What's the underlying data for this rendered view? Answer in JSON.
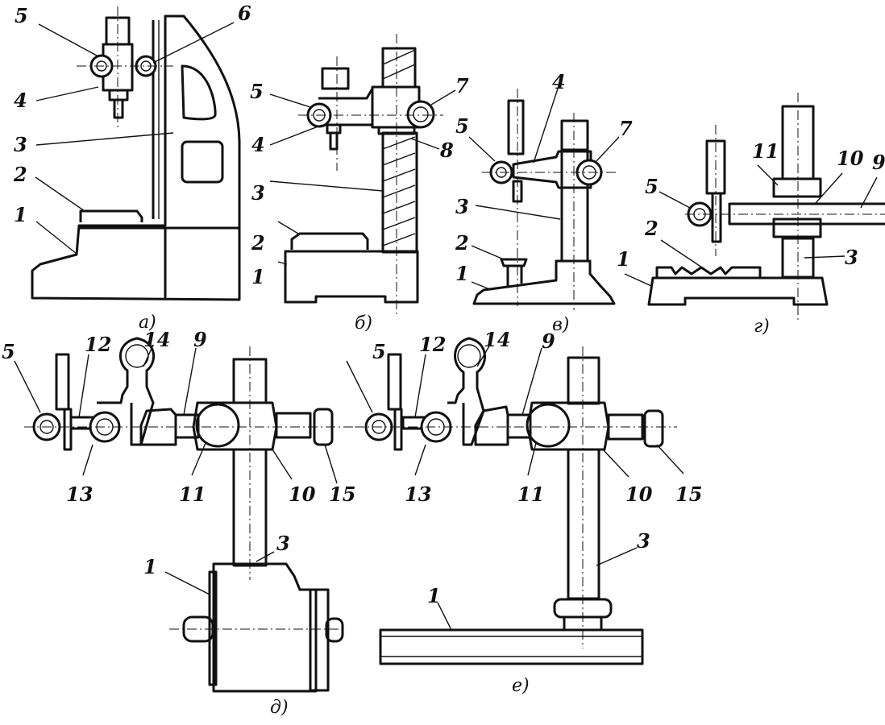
{
  "figure": {
    "panels": [
      {
        "id": "a",
        "caption": "а)",
        "labels": [
          "5",
          "6",
          "4",
          "3",
          "2",
          "1"
        ]
      },
      {
        "id": "b",
        "caption": "б)",
        "labels": [
          "5",
          "7",
          "4",
          "8",
          "3",
          "2",
          "1"
        ]
      },
      {
        "id": "v",
        "caption": "в)",
        "labels": [
          "5",
          "4",
          "7",
          "3",
          "2",
          "1"
        ]
      },
      {
        "id": "g",
        "caption": "г)",
        "labels": [
          "11",
          "10",
          "9",
          "5",
          "2",
          "1",
          "3"
        ]
      },
      {
        "id": "d",
        "caption": "д)",
        "labels": [
          "5",
          "12",
          "14",
          "9",
          "13",
          "11",
          "10",
          "15",
          "3",
          "1"
        ]
      },
      {
        "id": "e",
        "caption": "е)",
        "labels": [
          "5",
          "12",
          "14",
          "9",
          "13",
          "11",
          "10",
          "15",
          "3",
          "1"
        ]
      }
    ]
  }
}
